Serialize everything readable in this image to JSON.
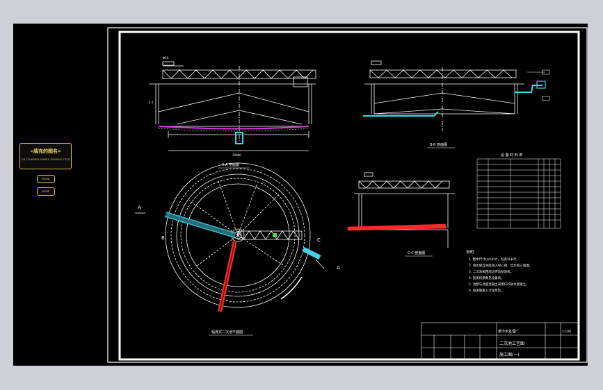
{
  "left_panel": {
    "badge_title": "«填充的图名»",
    "badge_sub": "GB STANDARD SAMPLE DRAWING TITLE",
    "small1": "MOVE",
    "small2": "MOVE"
  },
  "views": {
    "elevation_a": "A-A 剖面图",
    "section_b": "B-B 剖面图",
    "section_c": "C-C 剖面图",
    "plan": "辐流式二沉池平面图"
  },
  "dims": {
    "top_width": "Φ20",
    "left_label": "4.1",
    "bottom_span": "20000"
  },
  "notes": {
    "heading": "说明:",
    "lines": [
      "1. 图中尺寸以mm计，标高以米计。",
      "2. 进水管自池底进入中心管，出水经三角堰。",
      "3. 二沉池采用周边传动刮泥机。",
      "4. 刮泥机参数见设备表。",
      "5. 池壁与池底混凝土采用C25防水混凝土。",
      "6. 排泥管接入污泥泵房。"
    ]
  },
  "table": {
    "title": "设 备 材 料 表"
  },
  "title_block": {
    "project": "某污水处理厂",
    "drawing_name": "二沉池工艺图",
    "sheet": "施工图(一)",
    "scale": "1:100"
  },
  "colors": {
    "frame": "#ffffff",
    "structure": "#ffffff",
    "pipe_cyan": "#3fd1e8",
    "pipe_red": "#ff2b2b",
    "magenta": "#d43bd8",
    "green": "#4bd84b",
    "yellow": "#e8c14a"
  }
}
